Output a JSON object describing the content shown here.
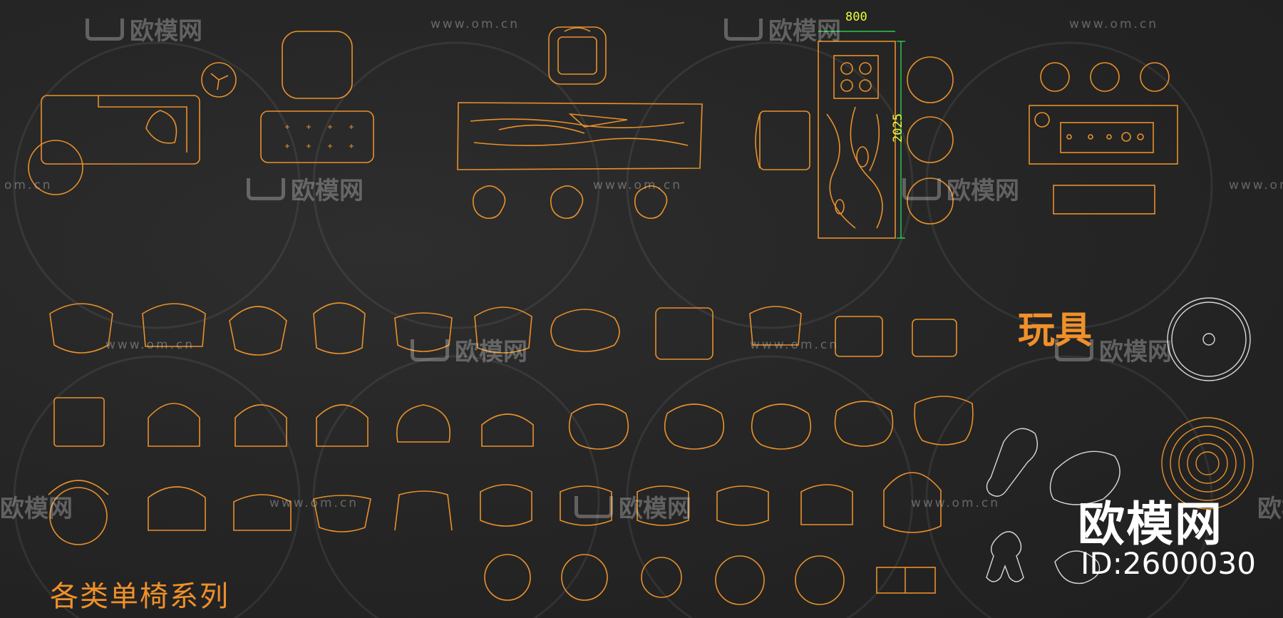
{
  "labels": {
    "chair_series": "各类单椅系列",
    "toys": "玩具"
  },
  "dimensions": {
    "width": "800",
    "length": "2025"
  },
  "branding": {
    "logo_text": "欧模网",
    "id_text": "ID:2600030",
    "watermark_text": "欧模网",
    "watermark_url": "www.om.cn",
    "watermark_url_partial": "om.cn"
  },
  "colors": {
    "background": "#232323",
    "line": "#e8902a",
    "dimension": "#e8ff3a",
    "toy_line": "#d8d8d8"
  }
}
